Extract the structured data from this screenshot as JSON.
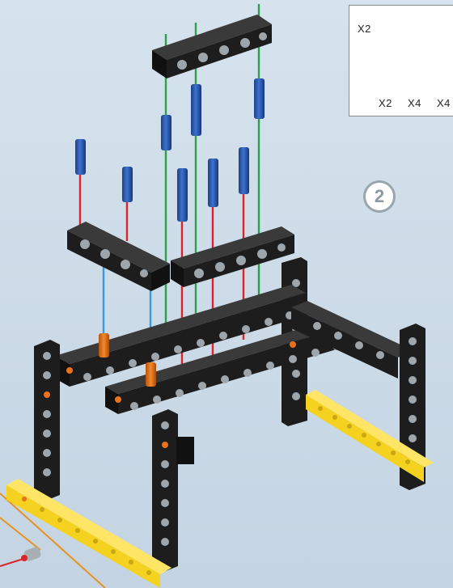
{
  "parts_box": {
    "beam_qty": "X2",
    "orange_pin_qty": "X2",
    "short_blue_pin_qty": "X4",
    "long_blue_pin_qty": "X4"
  },
  "step_number": "2",
  "colors": {
    "background": "#cfdde9",
    "beam_black": "#1d1d1d",
    "beam_yellow": "#f4d21f",
    "pin_blue": "#2453a6",
    "pin_orange": "#e8731c",
    "guide_green": "#2aa14a",
    "guide_red": "#d9242b",
    "guide_blue": "#3a9ad9",
    "guide_orange": "#e8921c"
  }
}
